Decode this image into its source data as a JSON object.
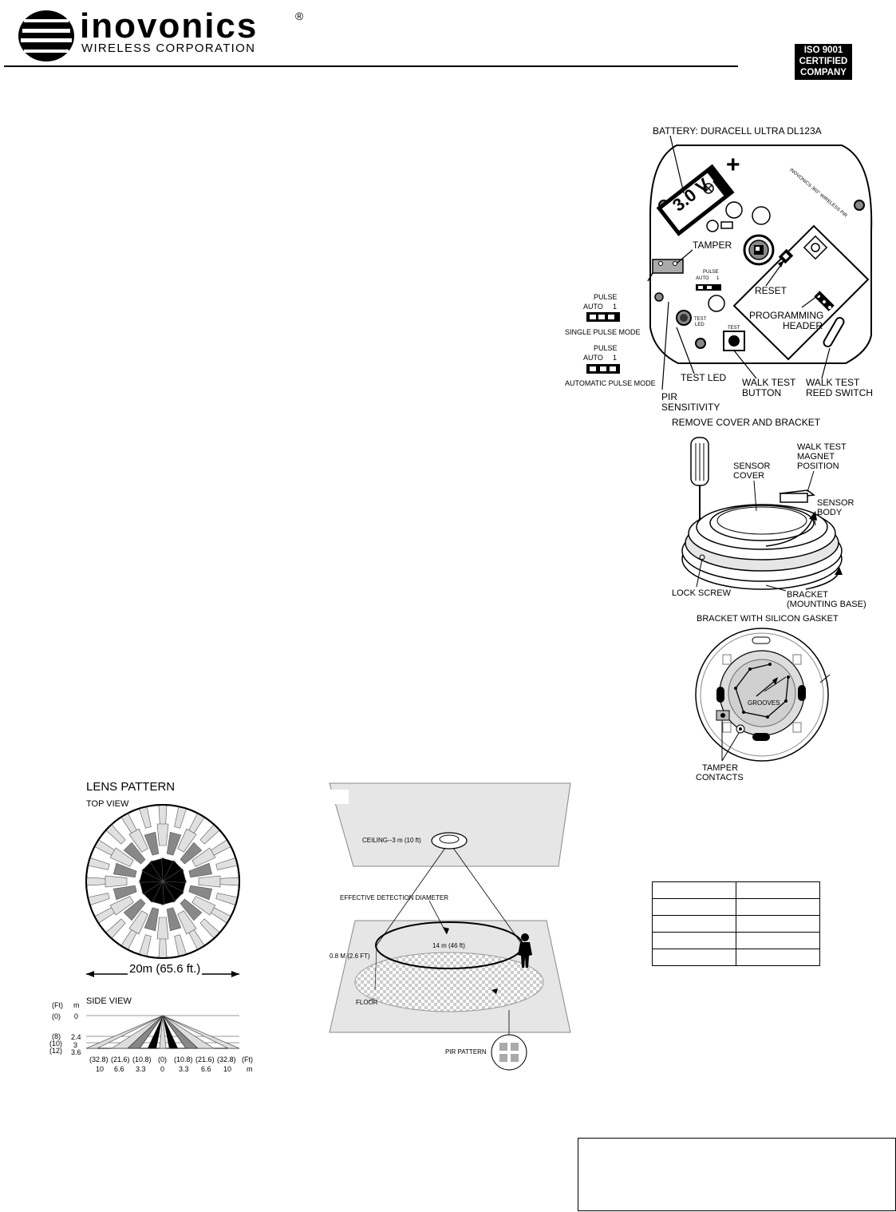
{
  "header": {
    "brand": "inovonics",
    "registered": "®",
    "subtitle": "WIRELESS CORPORATION",
    "iso_lines": [
      "ISO 9001",
      "CERTIFIED",
      "COMPANY"
    ]
  },
  "board_diagram": {
    "battery_label": "BATTERY: DURACELL ULTRA  DL123A",
    "battery_voltage": "3.0 V",
    "plus": "+",
    "board_text": "INOVONICS 360° WIRELESS PIR",
    "tamper": "TAMPER",
    "reset": "RESET",
    "programming_header": [
      "PROGRAMMING",
      "HEADER"
    ],
    "pulse_small": "PULSE",
    "auto_small": "AUTO",
    "one_small": "1",
    "test_led_small": [
      "TEST",
      "LED"
    ],
    "test_small": "TEST",
    "test_led": "TEST LED",
    "walk_test_button": [
      "WALK TEST",
      "BUTTON"
    ],
    "walk_test_reed": [
      "WALK TEST",
      "REED SWITCH"
    ],
    "pir_sensitivity": [
      "PIR",
      "SENSITIVITY"
    ],
    "single_mode": {
      "pulse": "PULSE",
      "auto": "AUTO",
      "one": "1",
      "label": "SINGLE PULSE MODE"
    },
    "auto_mode": {
      "pulse": "PULSE",
      "auto": "AUTO",
      "one": "1",
      "label": "AUTOMATIC PULSE MODE"
    }
  },
  "cover_diagram": {
    "title": "REMOVE COVER AND BRACKET",
    "walk_test_magnet": [
      "WALK TEST",
      "MAGNET",
      "POSITION"
    ],
    "sensor_cover": [
      "SENSOR",
      "COVER"
    ],
    "sensor_body": [
      "SENSOR",
      "BODY"
    ],
    "lock_screw": "LOCK SCREW",
    "bracket": [
      "BRACKET",
      "(MOUNTING BASE)"
    ]
  },
  "bracket_diagram": {
    "title": "BRACKET WITH SILICON GASKET",
    "grooves": "GROOVES",
    "tamper_contacts": [
      "TAMPER",
      "CONTACTS"
    ]
  },
  "lens_pattern": {
    "title": "LENS PATTERN",
    "top_view": "TOP VIEW",
    "diameter": "20m (65.6 ft.)",
    "side_view": "SIDE VIEW",
    "ft_header": "(Ft)",
    "m_header": "m",
    "left_ft": [
      "(0)",
      "(8)",
      "(10)",
      "(12)"
    ],
    "left_m": [
      "0",
      "2.4",
      "3",
      "3.6"
    ],
    "bottom_ft": [
      "(32.8)",
      "(21.6)",
      "(10.8)",
      "(0)",
      "(10.8)",
      "(21.6)",
      "(32.8)",
      "(Ft)"
    ],
    "bottom_m": [
      "10",
      "6.6",
      "3.3",
      "0",
      "3.3",
      "6.6",
      "10",
      "m"
    ]
  },
  "room_diagram": {
    "ceiling": "CEILING--3 m (10 ft)",
    "effective": "EFFECTIVE DETECTION DIAMETER",
    "diameter": "14 m (46 ft)",
    "height": "0.8 M (2.6 FT)",
    "floor": "FLOOR",
    "pir_pattern": "PIR PATTERN"
  },
  "spec_table": {
    "rows": [
      [
        "",
        ""
      ],
      [
        "",
        ""
      ],
      [
        "",
        ""
      ],
      [
        "",
        ""
      ],
      [
        "",
        ""
      ]
    ]
  }
}
